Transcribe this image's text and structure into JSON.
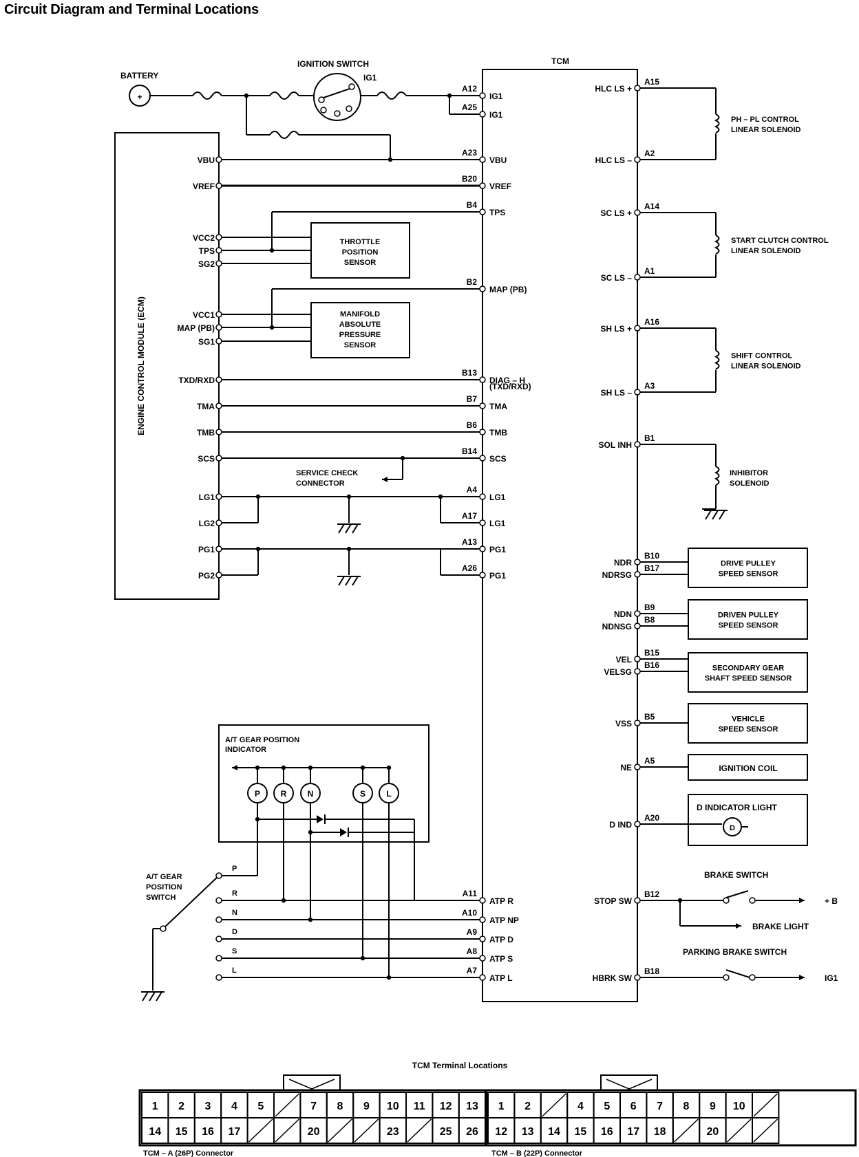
{
  "title": "Circuit Diagram and Terminal Locations",
  "components": {
    "battery": "BATTERY",
    "ignition_switch": "IGNITION SWITCH",
    "ig1": "IG1",
    "tcm": "TCM",
    "ecm": "ENGINE CONTROL MODULE (ECM)",
    "throttle": [
      "THROTTLE",
      "POSITION",
      "SENSOR"
    ],
    "map_sensor": [
      "MANIFOLD",
      "ABSOLUTE",
      "PRESSURE",
      "SENSOR"
    ],
    "service_check": [
      "SERVICE CHECK",
      "CONNECTOR"
    ],
    "indicator": [
      "A/T GEAR POSITION",
      "INDICATOR"
    ],
    "switch": [
      "A/T GEAR",
      "POSITION",
      "SWITCH"
    ],
    "hlc_sol": [
      "PH – PL CONTROL",
      "LINEAR SOLENOID"
    ],
    "sc_sol": [
      "START CLUTCH CONTROL",
      "LINEAR SOLENOID"
    ],
    "sh_sol": [
      "SHIFT CONTROL",
      "LINEAR SOLENOID"
    ],
    "inh_sol": [
      "INHIBITOR",
      "SOLENOID"
    ],
    "drive_pulley": [
      "DRIVE PULLEY",
      "SPEED SENSOR"
    ],
    "driven_pulley": [
      "DRIVEN PULLEY",
      "SPEED SENSOR"
    ],
    "secondary": [
      "SECONDARY GEAR",
      "SHAFT SPEED SENSOR"
    ],
    "vss": [
      "VEHICLE",
      "SPEED SENSOR"
    ],
    "ign_coil": "IGNITION COIL",
    "d_ind_light": "D INDICATOR LIGHT",
    "d_letter": "D",
    "brake_switch": "BRAKE SWITCH",
    "brake_light": "BRAKE LIGHT",
    "plus_b": "+ B",
    "parking_switch": "PARKING BRAKE SWITCH",
    "ig1_out": "IG1"
  },
  "ecm_pins": [
    "VBU",
    "VREF",
    "VCC2",
    "TPS",
    "SG2",
    "VCC1",
    "MAP (PB)",
    "SG1",
    "TXD/RXD",
    "TMA",
    "TMB",
    "SCS",
    "LG1",
    "LG2",
    "PG1",
    "PG2"
  ],
  "tcm_left": [
    {
      "term": "A12",
      "name": "IG1"
    },
    {
      "term": "A25",
      "name": "IG1"
    },
    {
      "term": "A23",
      "name": "VBU"
    },
    {
      "term": "B20",
      "name": "VREF"
    },
    {
      "term": "B4",
      "name": "TPS"
    },
    {
      "term": "B2",
      "name": "MAP (PB)"
    },
    {
      "term": "B13",
      "name": "DIAG – H"
    },
    {
      "term": "B7",
      "name": "TMA"
    },
    {
      "term": "B6",
      "name": "TMB"
    },
    {
      "term": "B14",
      "name": "SCS"
    },
    {
      "term": "A4",
      "name": "LG1"
    },
    {
      "term": "A17",
      "name": "LG1"
    },
    {
      "term": "A13",
      "name": "PG1"
    },
    {
      "term": "A26",
      "name": "PG1"
    },
    {
      "term": "A11",
      "name": "ATP R"
    },
    {
      "term": "A10",
      "name": "ATP NP"
    },
    {
      "term": "A9",
      "name": "ATP D"
    },
    {
      "term": "A8",
      "name": "ATP S"
    },
    {
      "term": "A7",
      "name": "ATP L"
    }
  ],
  "diag_sub": "(TXD/RXD)",
  "tcm_right": [
    {
      "term": "A15",
      "name": "HLC LS +"
    },
    {
      "term": "A2",
      "name": "HLC LS –"
    },
    {
      "term": "A14",
      "name": "SC LS +"
    },
    {
      "term": "A1",
      "name": "SC LS –"
    },
    {
      "term": "A16",
      "name": "SH LS +"
    },
    {
      "term": "A3",
      "name": "SH LS –"
    },
    {
      "term": "B1",
      "name": "SOL INH"
    },
    {
      "term": "B10",
      "name": "NDR"
    },
    {
      "term": "B17",
      "name": "NDRSG"
    },
    {
      "term": "B9",
      "name": "NDN"
    },
    {
      "term": "B8",
      "name": "NDNSG"
    },
    {
      "term": "B15",
      "name": "VEL"
    },
    {
      "term": "B16",
      "name": "VELSG"
    },
    {
      "term": "B5",
      "name": "VSS"
    },
    {
      "term": "A5",
      "name": "NE"
    },
    {
      "term": "A20",
      "name": "D IND"
    },
    {
      "term": "B12",
      "name": "STOP SW"
    },
    {
      "term": "B18",
      "name": "HBRK SW"
    }
  ],
  "gears": [
    "P",
    "R",
    "N",
    "S",
    "L"
  ],
  "switch_positions": [
    "P",
    "R",
    "N",
    "D",
    "S",
    "L"
  ],
  "connector": {
    "title": "TCM Terminal Locations",
    "a_label": "TCM – A (26P) Connector",
    "b_label": "TCM – B (22P) Connector",
    "a_top": [
      "1",
      "2",
      "3",
      "4",
      "5",
      "",
      "7",
      "8",
      "9",
      "10",
      "11",
      "12",
      "13"
    ],
    "a_bottom": [
      "14",
      "15",
      "16",
      "17",
      "",
      "",
      "20",
      "",
      "",
      "23",
      "",
      "25",
      "26"
    ],
    "b_top": [
      "1",
      "2",
      "",
      "4",
      "5",
      "6",
      "7",
      "8",
      "9",
      "10",
      ""
    ],
    "b_bottom": [
      "12",
      "13",
      "14",
      "15",
      "16",
      "17",
      "18",
      "",
      "20",
      "",
      ""
    ]
  }
}
